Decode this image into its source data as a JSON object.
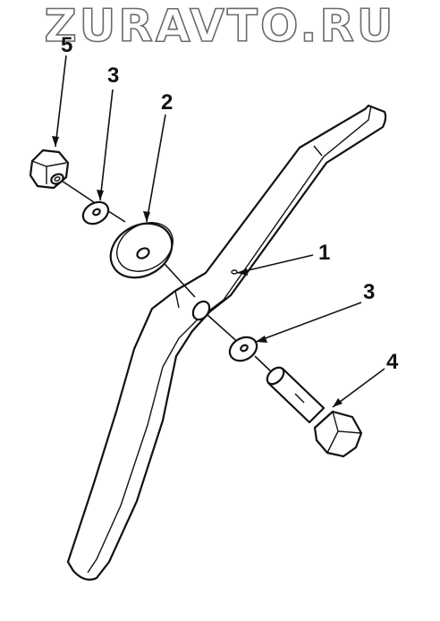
{
  "watermark": "ZURAVTO.RU",
  "callouts": {
    "nut": "5",
    "washer_top": "3",
    "large_washer": "2",
    "bracket": "1",
    "washer_bottom": "3",
    "bolt": "4"
  }
}
